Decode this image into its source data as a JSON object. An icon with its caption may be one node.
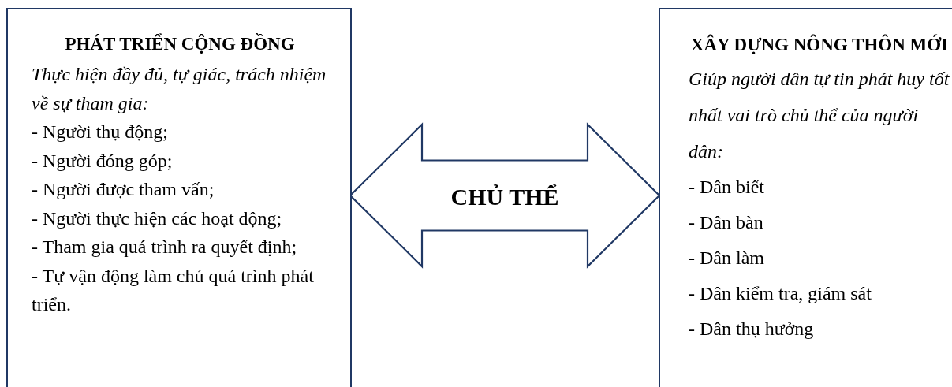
{
  "diagram": {
    "nodes": [
      {
        "text": [
          "PHÁT TRIỂN CỘNG ĐỒNG",
          "Thực hiện đầy đủ, tự giác, trách nhiệm về sự tham gia:",
          "- Người thụ động;",
          "- Người đóng góp;",
          "- Người được tham vấn;",
          "- Người thực hiện các hoạt động;",
          "- Tham gia quá trình ra quyết định;",
          "- Tự vận động làm chủ quá trình phát triển."
        ]
      },
      {
        "text": [
          "XÂY DỰNG NÔNG THÔN MỚI",
          "Giúp người dân tự tin phát huy tốt nhất vai trò chủ thể của người dân:",
          "- Dân biết",
          "- Dân bàn",
          "- Dân làm",
          "- Dân kiểm tra, giám sát",
          "- Dân thụ hưởng"
        ]
      }
    ],
    "edges": [
      {
        "from": 0,
        "to": 1,
        "arrow": "both",
        "label": "CHỦ THỂ"
      }
    ]
  }
}
